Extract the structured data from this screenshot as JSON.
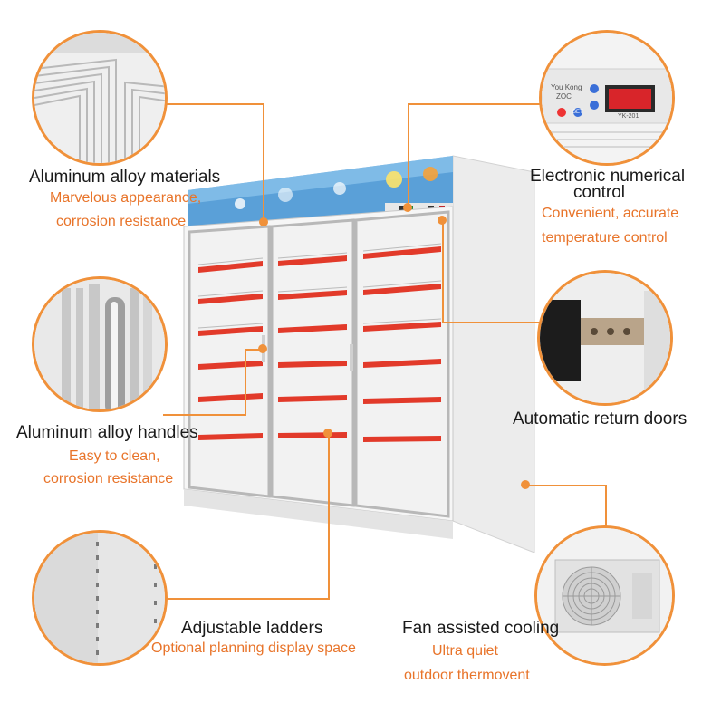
{
  "features": {
    "aluminum_materials": {
      "title": "Aluminum alloy materials",
      "lines": [
        "Marvelous appearance,",
        "corrosion resistance"
      ]
    },
    "aluminum_handles": {
      "title": "Aluminum alloy handles",
      "lines": [
        "Easy to clean,",
        "corrosion resistance"
      ]
    },
    "adjustable_ladders": {
      "title": "Adjustable ladders",
      "lines": [
        "Optional planning display space"
      ]
    },
    "electronic_control": {
      "title_lines": [
        "Electronic numerical",
        "control"
      ],
      "lines": [
        "Convenient, accurate",
        "temperature control"
      ]
    },
    "return_doors": {
      "title": "Automatic return doors"
    },
    "fan_cooling": {
      "title": "Fan assisted cooling",
      "lines": [
        "Ultra quiet",
        "outdoor thermovent"
      ]
    }
  },
  "controller": {
    "brand_line1": "You Kong",
    "brand_line2": "ZOC",
    "model": "YK-201",
    "button_set": "SET"
  },
  "colors": {
    "accent": "#f0913a",
    "subtitle": "#e8742a",
    "shelf_red": "#e23a2a"
  }
}
